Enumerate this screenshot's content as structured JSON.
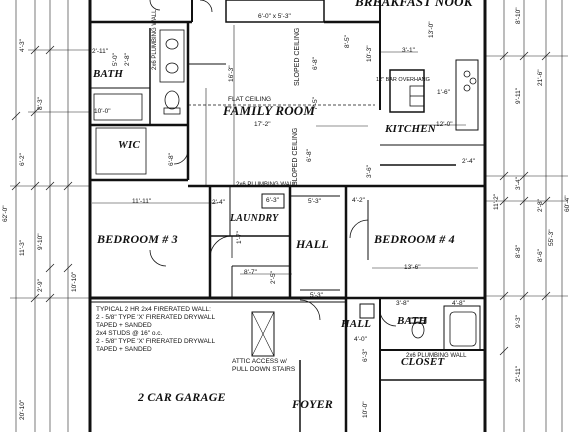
{
  "rooms": {
    "breakfast_nook": "BREAKFAST NOOK",
    "bath_left": "BATH",
    "family_room": "FAMILY ROOM",
    "kitchen": "KITCHEN",
    "wic": "WIC",
    "laundry": "LAUNDRY",
    "bedroom_3": "BEDROOM # 3",
    "hall_center": "HALL",
    "bedroom_4": "BEDROOM # 4",
    "hall_right": "HALL",
    "bath_right": "BATH",
    "closet": "CLOSET",
    "garage": "2 CAR GARAGE",
    "foyer": "FOYER"
  },
  "notes": {
    "flat_ceiling": "FLAT CEILING",
    "sloped_ceiling_1": "SLOPED CEILING",
    "sloped_ceiling_2": "SLOPED CEILING",
    "plumbing_wall_1": "2x6 PLUMBING WALL",
    "plumbing_wall_2": "2x6 PLUMBING WALL",
    "plumbing_wall_3": "2x6 PLUMBING WALL",
    "bar_overhang": "12\" BAR OVERHANG",
    "firerated_1": "TYPICAL 2 HR 2x4 FIRERATED WALL:",
    "firerated_2": "2 - 5/8\" TYPE 'X' FIRERATED DRYWALL",
    "firerated_3": "TAPED + SANDED",
    "firerated_4": "2x4 STUDS @ 16\" o.c.",
    "firerated_5": "2 - 5/8\" TYPE 'X' FIRERATED DRYWALL",
    "firerated_6": "TAPED + SANDED",
    "attic_1": "ATTIC ACCESS w/",
    "attic_2": "PULL DOWN STAIRS"
  },
  "dimensions": {
    "top_window": "6'-0\" x 5'-3\"",
    "bath_w": "2'-11\"",
    "bath_2": "2'-8\"",
    "bath_3": "5'-0\"",
    "bath_4": "10'-0\"",
    "fam_1": "16'-3\"",
    "fam_2": "8'-5\"",
    "fam_3": "6'-8\"",
    "fam_4": "7'-5\"",
    "fam_5": "17'-2\"",
    "fam_6": "6'-8\"",
    "nook_1": "13'-0\"",
    "nook_2": "10'-3\"",
    "kit_1": "3'-1\"",
    "kit_2": "12'-0\"",
    "kit_3": "1'-6\"",
    "kit_4": "3'-6\"",
    "kit_5": "2'-4\"",
    "right_1": "8'-10\"",
    "right_2": "21'-6\"",
    "right_3": "9'-11\"",
    "right_4": "3'-4\"",
    "right_5": "2'-8\"",
    "right_6": "8'-8\"",
    "right_7": "8'-6\"",
    "right_8": "9'-3\"",
    "right_9": "2'-11\"",
    "right_10": "60'-4\"",
    "right_11": "55'-3\"",
    "right_12": "11'-2\"",
    "left_1": "4'-3\"",
    "left_2": "8'-3\"",
    "left_3": "6'-2\"",
    "left_4": "11'-3\"",
    "left_5": "9'-10\"",
    "left_6": "2'-9\"",
    "left_7": "20'-10\"",
    "left_8": "62'-0\"",
    "left_9": "10'-10\"",
    "wic_1": "6'-8\"",
    "bed3_1": "11'-11\"",
    "bed3_2": "2'-4\"",
    "bed3_3": "1'-7\"",
    "lau_1": "6'-3\"",
    "lau_2": "2'-5\"",
    "hall_1": "5'-3\"",
    "hall_2": "8'-7\"",
    "hall_3": "5'-3\"",
    "bed4_1": "4'-2\"",
    "bed4_2": "13'-6\"",
    "bath_r1": "3'-8\"",
    "bath_r2": "4'-8\"",
    "bath_r3": "4'-0\"",
    "bath_r4": "6'-3\"",
    "bath_r5": "10'-0\""
  }
}
